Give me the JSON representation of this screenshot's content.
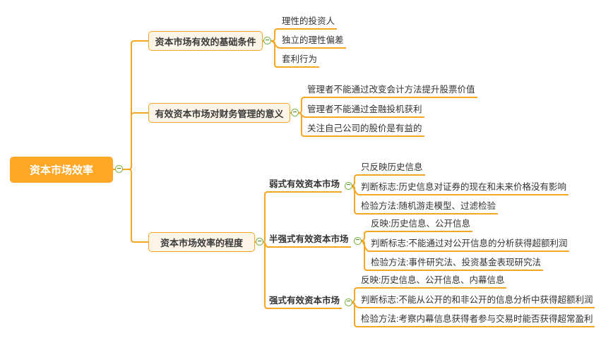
{
  "root": {
    "label": "资本市场效率"
  },
  "branches": [
    {
      "label": "资本市场有效的基础条件",
      "children": [
        {
          "label": "理性的投资人"
        },
        {
          "label": "独立的理性偏差"
        },
        {
          "label": "套利行为"
        }
      ]
    },
    {
      "label": "有效资本市场对财务管理的意义",
      "children": [
        {
          "label": "管理者不能通过改变会计方法提升股票价值"
        },
        {
          "label": "管理者不能通过金融投机获利"
        },
        {
          "label": "关注自己公司的股价是有益的"
        }
      ]
    },
    {
      "label": "资本市场效率的程度",
      "children": [
        {
          "label": "弱式有效资本市场",
          "children": [
            {
              "label": "只反映历史信息"
            },
            {
              "label": "判断标志:历史信息对证券的现在和未来价格没有影响"
            },
            {
              "label": "检验方法:随机游走模型、过滤检验"
            }
          ]
        },
        {
          "label": "半强式有效资本市场",
          "children": [
            {
              "label": "反映:历史信息、公开信息"
            },
            {
              "label": "判断标志:不能通过对公开信息的分析获得超额利润"
            },
            {
              "label": "检验方法:事件研究法、投资基金表现研究法"
            }
          ]
        },
        {
          "label": "强式有效资本市场",
          "children": [
            {
              "label": "反映:历史信息、公开信息、内幕信息"
            },
            {
              "label": "判断标志:不能从公开的和非公开的信息分析中获得超额利润"
            },
            {
              "label": "检验方法:考察内幕信息获得者参与交易时能否获得超常盈利"
            }
          ]
        }
      ]
    }
  ],
  "icons": {
    "collapse": "−"
  },
  "colors": {
    "branch_line": "#f5a623",
    "root_fill": "#ffa726",
    "topic_fill": "#fdf6e8",
    "topic_border": "#f5a623",
    "collapse_green": "#7cb342",
    "text": "#333333"
  }
}
